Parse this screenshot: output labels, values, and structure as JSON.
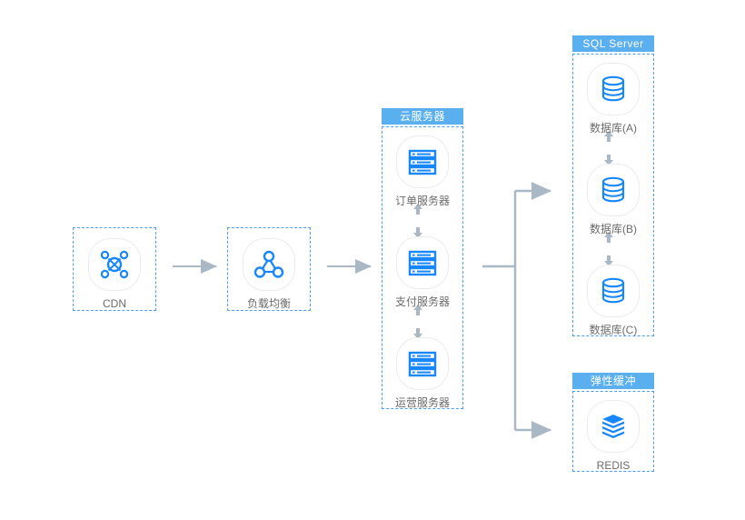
{
  "diagram": {
    "title": "cloud-architecture-diagram",
    "colors": {
      "accent_blue": "#1887fb",
      "header_blue": "#5aafef",
      "dashed_border": "#4a9ff5",
      "connector_gray": "#aab7c4",
      "label_gray": "#6b6b6b",
      "squircle_border": "#ececec"
    }
  },
  "nodes": {
    "cdn": {
      "label": "CDN",
      "icon": "cdn-network-icon"
    },
    "load_balancer": {
      "label": "负载均衡",
      "icon": "load-balancer-icon"
    }
  },
  "groups": {
    "cloud_servers": {
      "header": "云服务器",
      "items": [
        {
          "label": "订单服务器",
          "icon": "server-icon"
        },
        {
          "label": "支付服务器",
          "icon": "server-icon"
        },
        {
          "label": "运营服务器",
          "icon": "server-icon"
        }
      ]
    },
    "sql_server": {
      "header": "SQL Server",
      "items": [
        {
          "label": "数据库(A)",
          "icon": "database-icon"
        },
        {
          "label": "数据库(B)",
          "icon": "database-icon"
        },
        {
          "label": "数据库(C)",
          "icon": "database-icon"
        }
      ]
    },
    "elastic_cache": {
      "header": "弹性缓冲",
      "items": [
        {
          "label": "REDIS",
          "icon": "redis-layers-icon"
        }
      ]
    }
  },
  "connectors": {
    "cdn_to_lb": "arrow-right",
    "lb_to_cloud": "arrow-right",
    "cloud_to_branch": "branch-right",
    "server_links": "bidirectional-vertical-arrow",
    "db_links": "bidirectional-vertical-arrow"
  }
}
